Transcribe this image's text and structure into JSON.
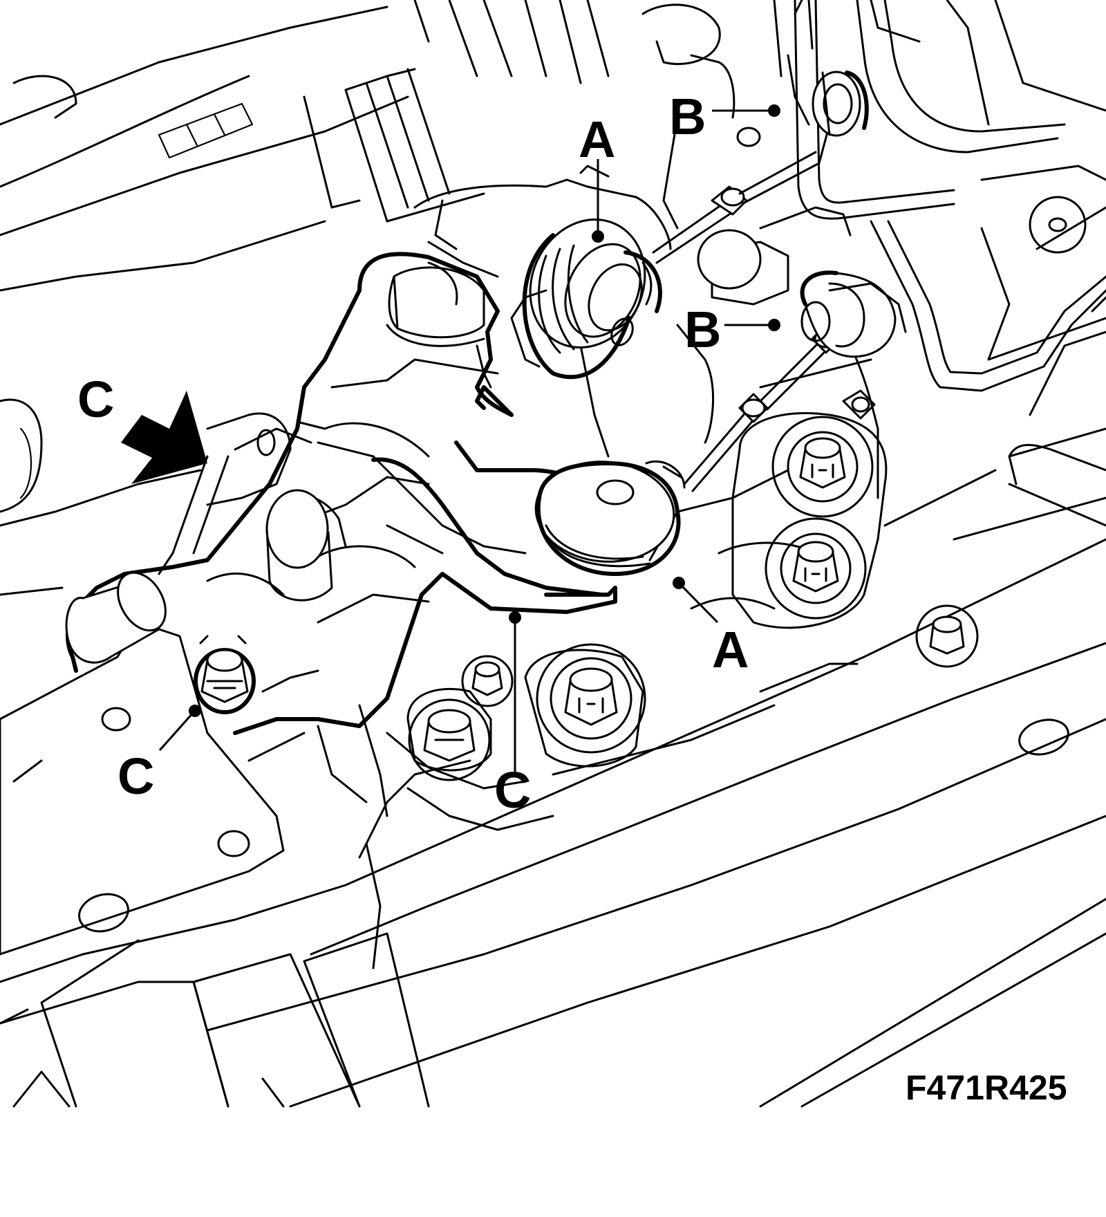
{
  "figure_id": "F471R425",
  "callouts": {
    "a_top": "A",
    "a_bottom": "A",
    "b_top": "B",
    "b_middle": "B",
    "c_arrow": "C",
    "c_left": "C",
    "c_bottom": "C"
  },
  "colors": {
    "ink": "#000000",
    "paper": "#ffffff"
  }
}
